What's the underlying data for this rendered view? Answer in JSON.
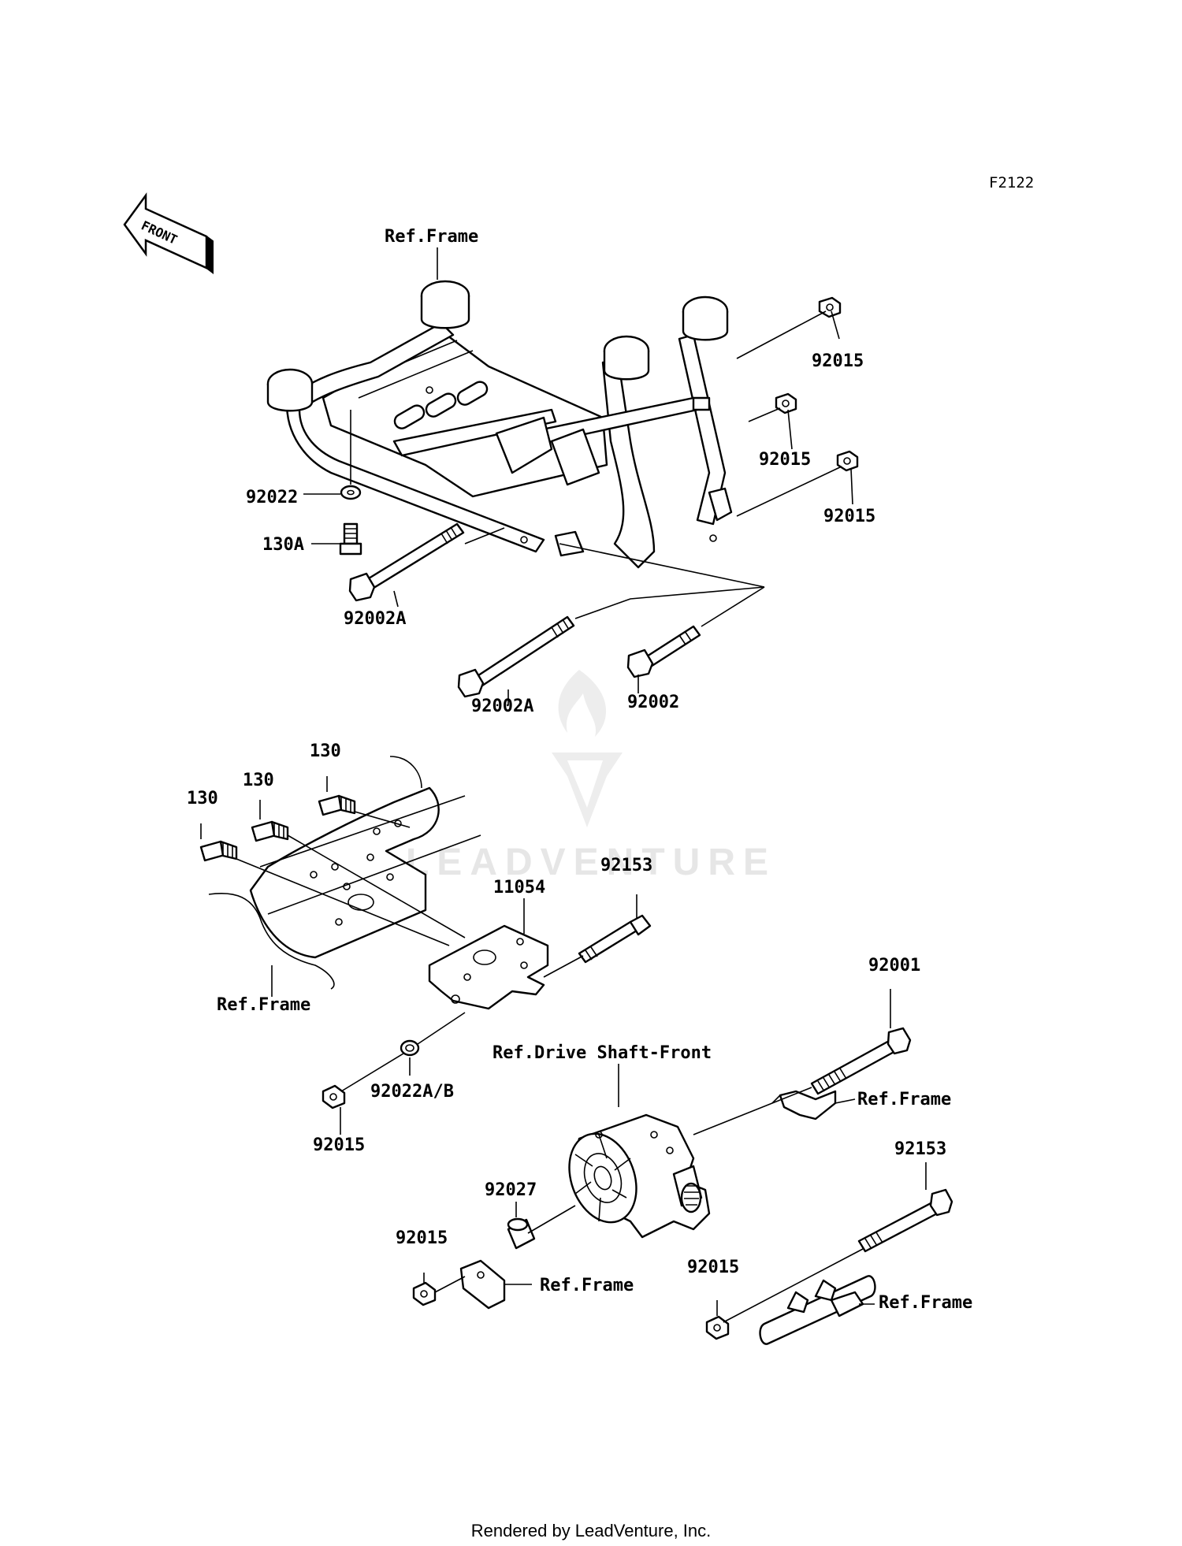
{
  "diagram_code": "F2122",
  "front_badge": "FRONT",
  "footer": "Rendered by LeadVenture, Inc.",
  "watermark_text": "LEADVENTURE",
  "labels": {
    "ref_frame_top": "Ref.Frame",
    "p92015_a": "92015",
    "p92015_b": "92015",
    "p92015_c": "92015",
    "p92022": "92022",
    "p130a": "130A",
    "p92002a_left": "92002A",
    "p92002a_bottom": "92002A",
    "p92002": "92002",
    "p130_1": "130",
    "p130_2": "130",
    "p130_3": "130",
    "ref_frame_mid": "Ref.Frame",
    "p11054": "11054",
    "p92153_top": "92153",
    "p92022ab": "92022A/B",
    "p92015_mid": "92015",
    "p92001": "92001",
    "ref_drive_shaft": "Ref.Drive Shaft-Front",
    "ref_frame_right1": "Ref.Frame",
    "p92153_bottom": "92153",
    "p92027": "92027",
    "p92015_lower_left": "92015",
    "ref_frame_lower": "Ref.Frame",
    "p92015_lower_right": "92015",
    "ref_frame_right2": "Ref.Frame"
  }
}
